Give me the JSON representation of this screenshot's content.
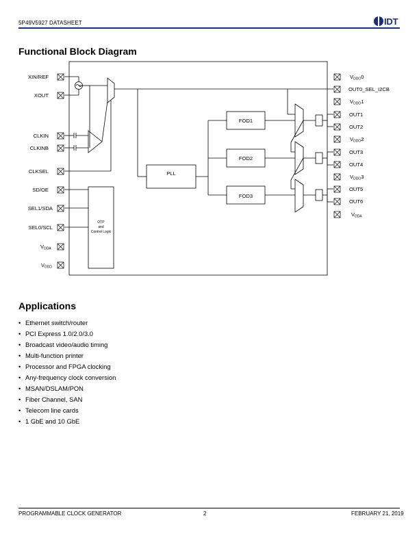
{
  "header": {
    "doc_id": "5P49V5927  DATASHEET",
    "logo_text": "IDT"
  },
  "diagram": {
    "title": "Functional Block Diagram",
    "left_pins": [
      {
        "label": "XIN/REF"
      },
      {
        "label": "XOUT"
      },
      {
        "label": "CLKIN"
      },
      {
        "label": "CLKINB"
      },
      {
        "label": "CLKSEL"
      },
      {
        "label": "SD/OE"
      },
      {
        "label": "SEL1/SDA"
      },
      {
        "label": "SEL0/SCL"
      },
      {
        "label": "V",
        "sub": "DDA"
      },
      {
        "label": "V",
        "sub": "DDD"
      }
    ],
    "right_pins": [
      {
        "label": "V",
        "sub": "DDO",
        "suffix": "0"
      },
      {
        "label": "OUT0_SEL_I2CB"
      },
      {
        "label": "V",
        "sub": "DDO",
        "suffix": "1"
      },
      {
        "label": "OUT1"
      },
      {
        "label": "OUT2"
      },
      {
        "label": "V",
        "sub": "DDO",
        "suffix": "2"
      },
      {
        "label": "OUT3"
      },
      {
        "label": "OUT4"
      },
      {
        "label": "V",
        "sub": "DDO",
        "suffix": "3"
      },
      {
        "label": "OUT5"
      },
      {
        "label": "OUT6"
      },
      {
        "label": "V",
        "sub": "DDA"
      }
    ],
    "blocks": {
      "pll": "PLL",
      "fod1": "FOD1",
      "fod2": "FOD2",
      "fod3": "FOD3",
      "otp_line1": "OTP",
      "otp_line2": "and",
      "otp_line3": "Control Logic"
    }
  },
  "applications": {
    "title": "Applications",
    "items": [
      "Ethernet switch/router",
      "PCI Express 1.0/2.0/3.0",
      "Broadcast video/audio timing",
      "Multi-function printer",
      "Processor and FPGA clocking",
      "Any-frequency clock conversion",
      "MSAN/DSLAM/PON",
      "Fiber Channel, SAN",
      "Telecom line cards",
      "1 GbE and 10 GbE"
    ]
  },
  "footer": {
    "left": "PROGRAMMABLE CLOCK GENERATOR",
    "page": "2",
    "date": "FEBRUARY 21, 2019"
  },
  "colors": {
    "brand": "#1a2e7a"
  }
}
